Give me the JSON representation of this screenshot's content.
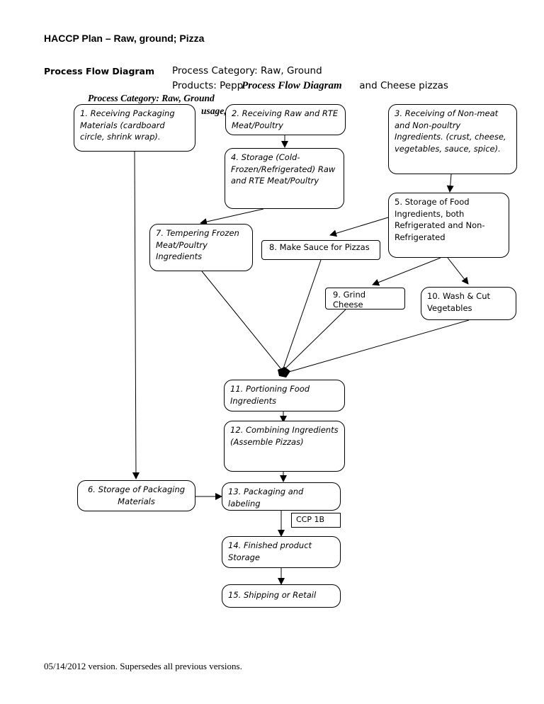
{
  "header": {
    "plan_title": "HACCP Plan – Raw, ground;  Pizza",
    "process_flow_label": "Process Flow Diagram",
    "process_category": "Process Category: Raw, Ground",
    "products": "Products: Pepp",
    "products_tail": "and Cheese pizzas"
  },
  "overlay": {
    "title": "Process Flow Diagram",
    "category": "Process Category: Raw, Ground",
    "fragment": "usage,"
  },
  "steps": {
    "s1": "1. Receiving Packaging Materials (cardboard circle, shrink wrap).",
    "s2": "2. Receiving Raw and RTE  Meat/Poultry",
    "s3": "3. Receiving of Non-meat and Non-poultry Ingredients.  (crust, cheese, vegetables, sauce, spice).",
    "s4": "4. Storage (Cold-Frozen/Refrigerated) Raw and RTE Meat/Poultry",
    "s5": "5. Storage of Food Ingredients, both Refrigerated and Non-Refrigerated",
    "s6": "6. Storage of Packaging Materials",
    "s7": "7. Tempering Frozen Meat/Poultry Ingredients",
    "s8": "8. Make Sauce for Pizzas",
    "s9": "9. Grind Cheese",
    "s10": "10. Wash & Cut Vegetables",
    "s11": "11. Portioning Food Ingredients",
    "s12": "12. Combining Ingredients (Assemble Pizzas)",
    "s13": "13. Packaging and labeling",
    "s14": "14. Finished product Storage",
    "s15": "15. Shipping or Retail"
  },
  "ccp_label": "CCP 1B",
  "footer": "05/14/2012 version.  Supersedes all previous versions."
}
